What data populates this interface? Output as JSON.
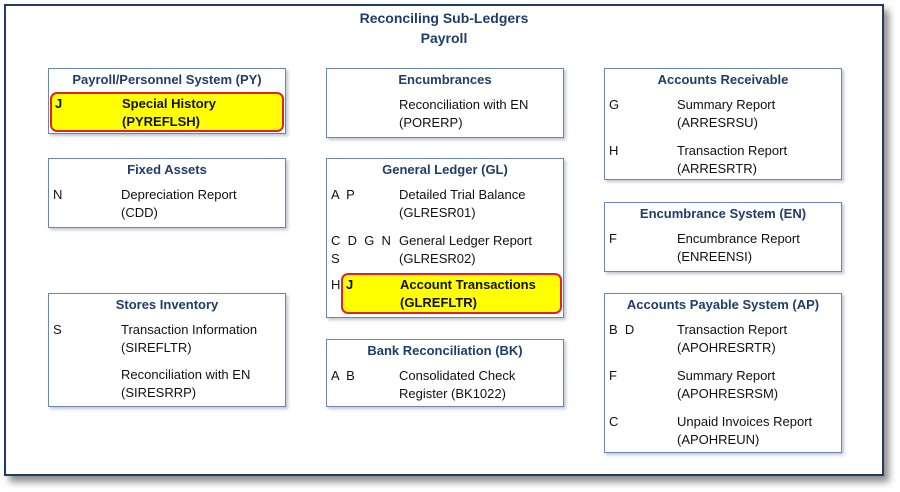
{
  "header": {
    "title": "Reconciling Sub-Ledgers",
    "subtitle": "Payroll"
  },
  "colors": {
    "title": "#1f3d6b",
    "box_border": "#6b86b0",
    "highlight_fill": "#ffff00",
    "highlight_border": "#e0242a"
  },
  "boxes": {
    "payroll": {
      "title": "Payroll/Personnel System (PY)",
      "rows": [
        {
          "codes": "J",
          "line1": "Special History",
          "line2": "(PYREFLSH)",
          "highlighted": true
        }
      ]
    },
    "fixed_assets": {
      "title": "Fixed Assets",
      "rows": [
        {
          "codes": "N",
          "line1": "Depreciation Report",
          "line2": "(CDD)"
        }
      ]
    },
    "stores": {
      "title": "Stores Inventory",
      "rows": [
        {
          "codes": "S",
          "line1": "Transaction Information",
          "line2": "(SIREFLTR)"
        },
        {
          "codes": "",
          "line1": "Reconciliation with EN",
          "line2": "(SIRESRRP)"
        }
      ]
    },
    "encumbrances": {
      "title": "Encumbrances",
      "rows": [
        {
          "codes": "",
          "line1": "Reconciliation with EN",
          "line2": "(PORERP)"
        }
      ]
    },
    "general_ledger": {
      "title": "General Ledger (GL)",
      "rows": [
        {
          "codes": "A  P",
          "line1": "Detailed Trial Balance",
          "line2": "(GLRESR01)"
        },
        {
          "codes": "C  D  G  N",
          "codes2": "S",
          "line1": "General Ledger Report",
          "line2": "(GLRESR02)"
        },
        {
          "codes_pre": "H",
          "codes": "J",
          "line1": "Account Transactions",
          "line2": "(GLREFLTR)",
          "highlighted": true
        }
      ]
    },
    "bank": {
      "title": "Bank Reconciliation (BK)",
      "rows": [
        {
          "codes": "A  B",
          "line1": "Consolidated Check",
          "line2": "Register (BK1022)"
        }
      ]
    },
    "receivable": {
      "title": "Accounts Receivable",
      "rows": [
        {
          "codes": "G",
          "line1": "Summary Report",
          "line2": "(ARRESRSU)"
        },
        {
          "codes": "H",
          "line1": "Transaction Report",
          "line2": "(ARRESRTR)"
        }
      ]
    },
    "encumbrance_system": {
      "title": "Encumbrance System (EN)",
      "rows": [
        {
          "codes": "F",
          "line1": "Encumbrance Report",
          "line2": "(ENREENSI)"
        }
      ]
    },
    "payable": {
      "title": "Accounts Payable System (AP)",
      "rows": [
        {
          "codes": "B  D",
          "line1": "Transaction Report",
          "line2": "(APOHRESRTR)"
        },
        {
          "codes": "F",
          "line1": "Summary Report",
          "line2": "(APOHRESRSM)"
        },
        {
          "codes": "C",
          "line1": "Unpaid Invoices Report",
          "line2": "(APOHREUN)"
        }
      ]
    }
  }
}
